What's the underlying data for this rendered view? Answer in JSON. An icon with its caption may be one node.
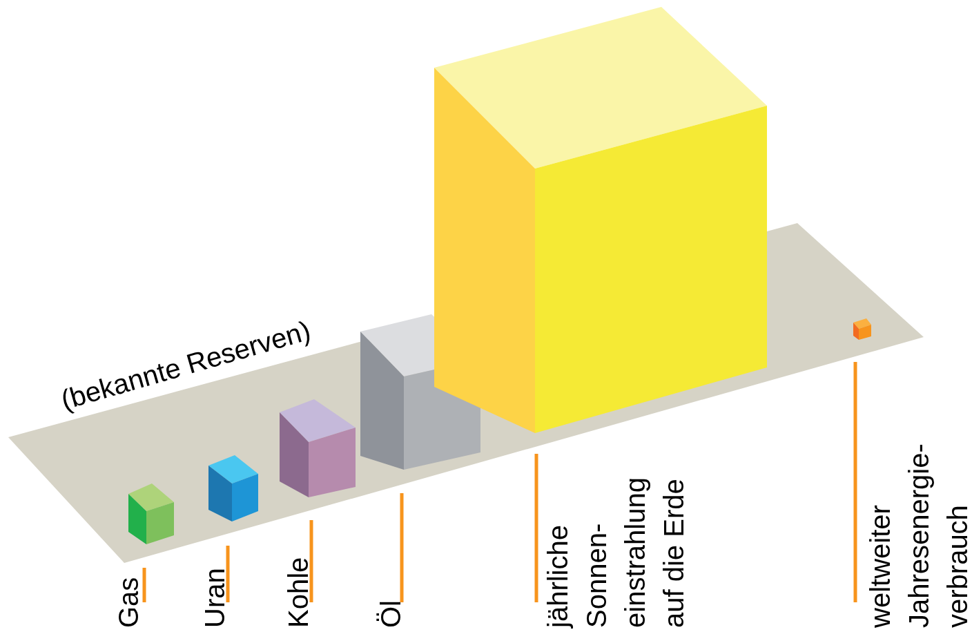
{
  "diagram": {
    "labels": [
      "(bekannte Reserven)",
      "Gas",
      "Uran",
      "Kohle",
      "Öl",
      "jährliche Sonnen- einstrahlung auf die Erde",
      "weltweiter Jahresenergie- verbrauch"
    ]
  }
}
